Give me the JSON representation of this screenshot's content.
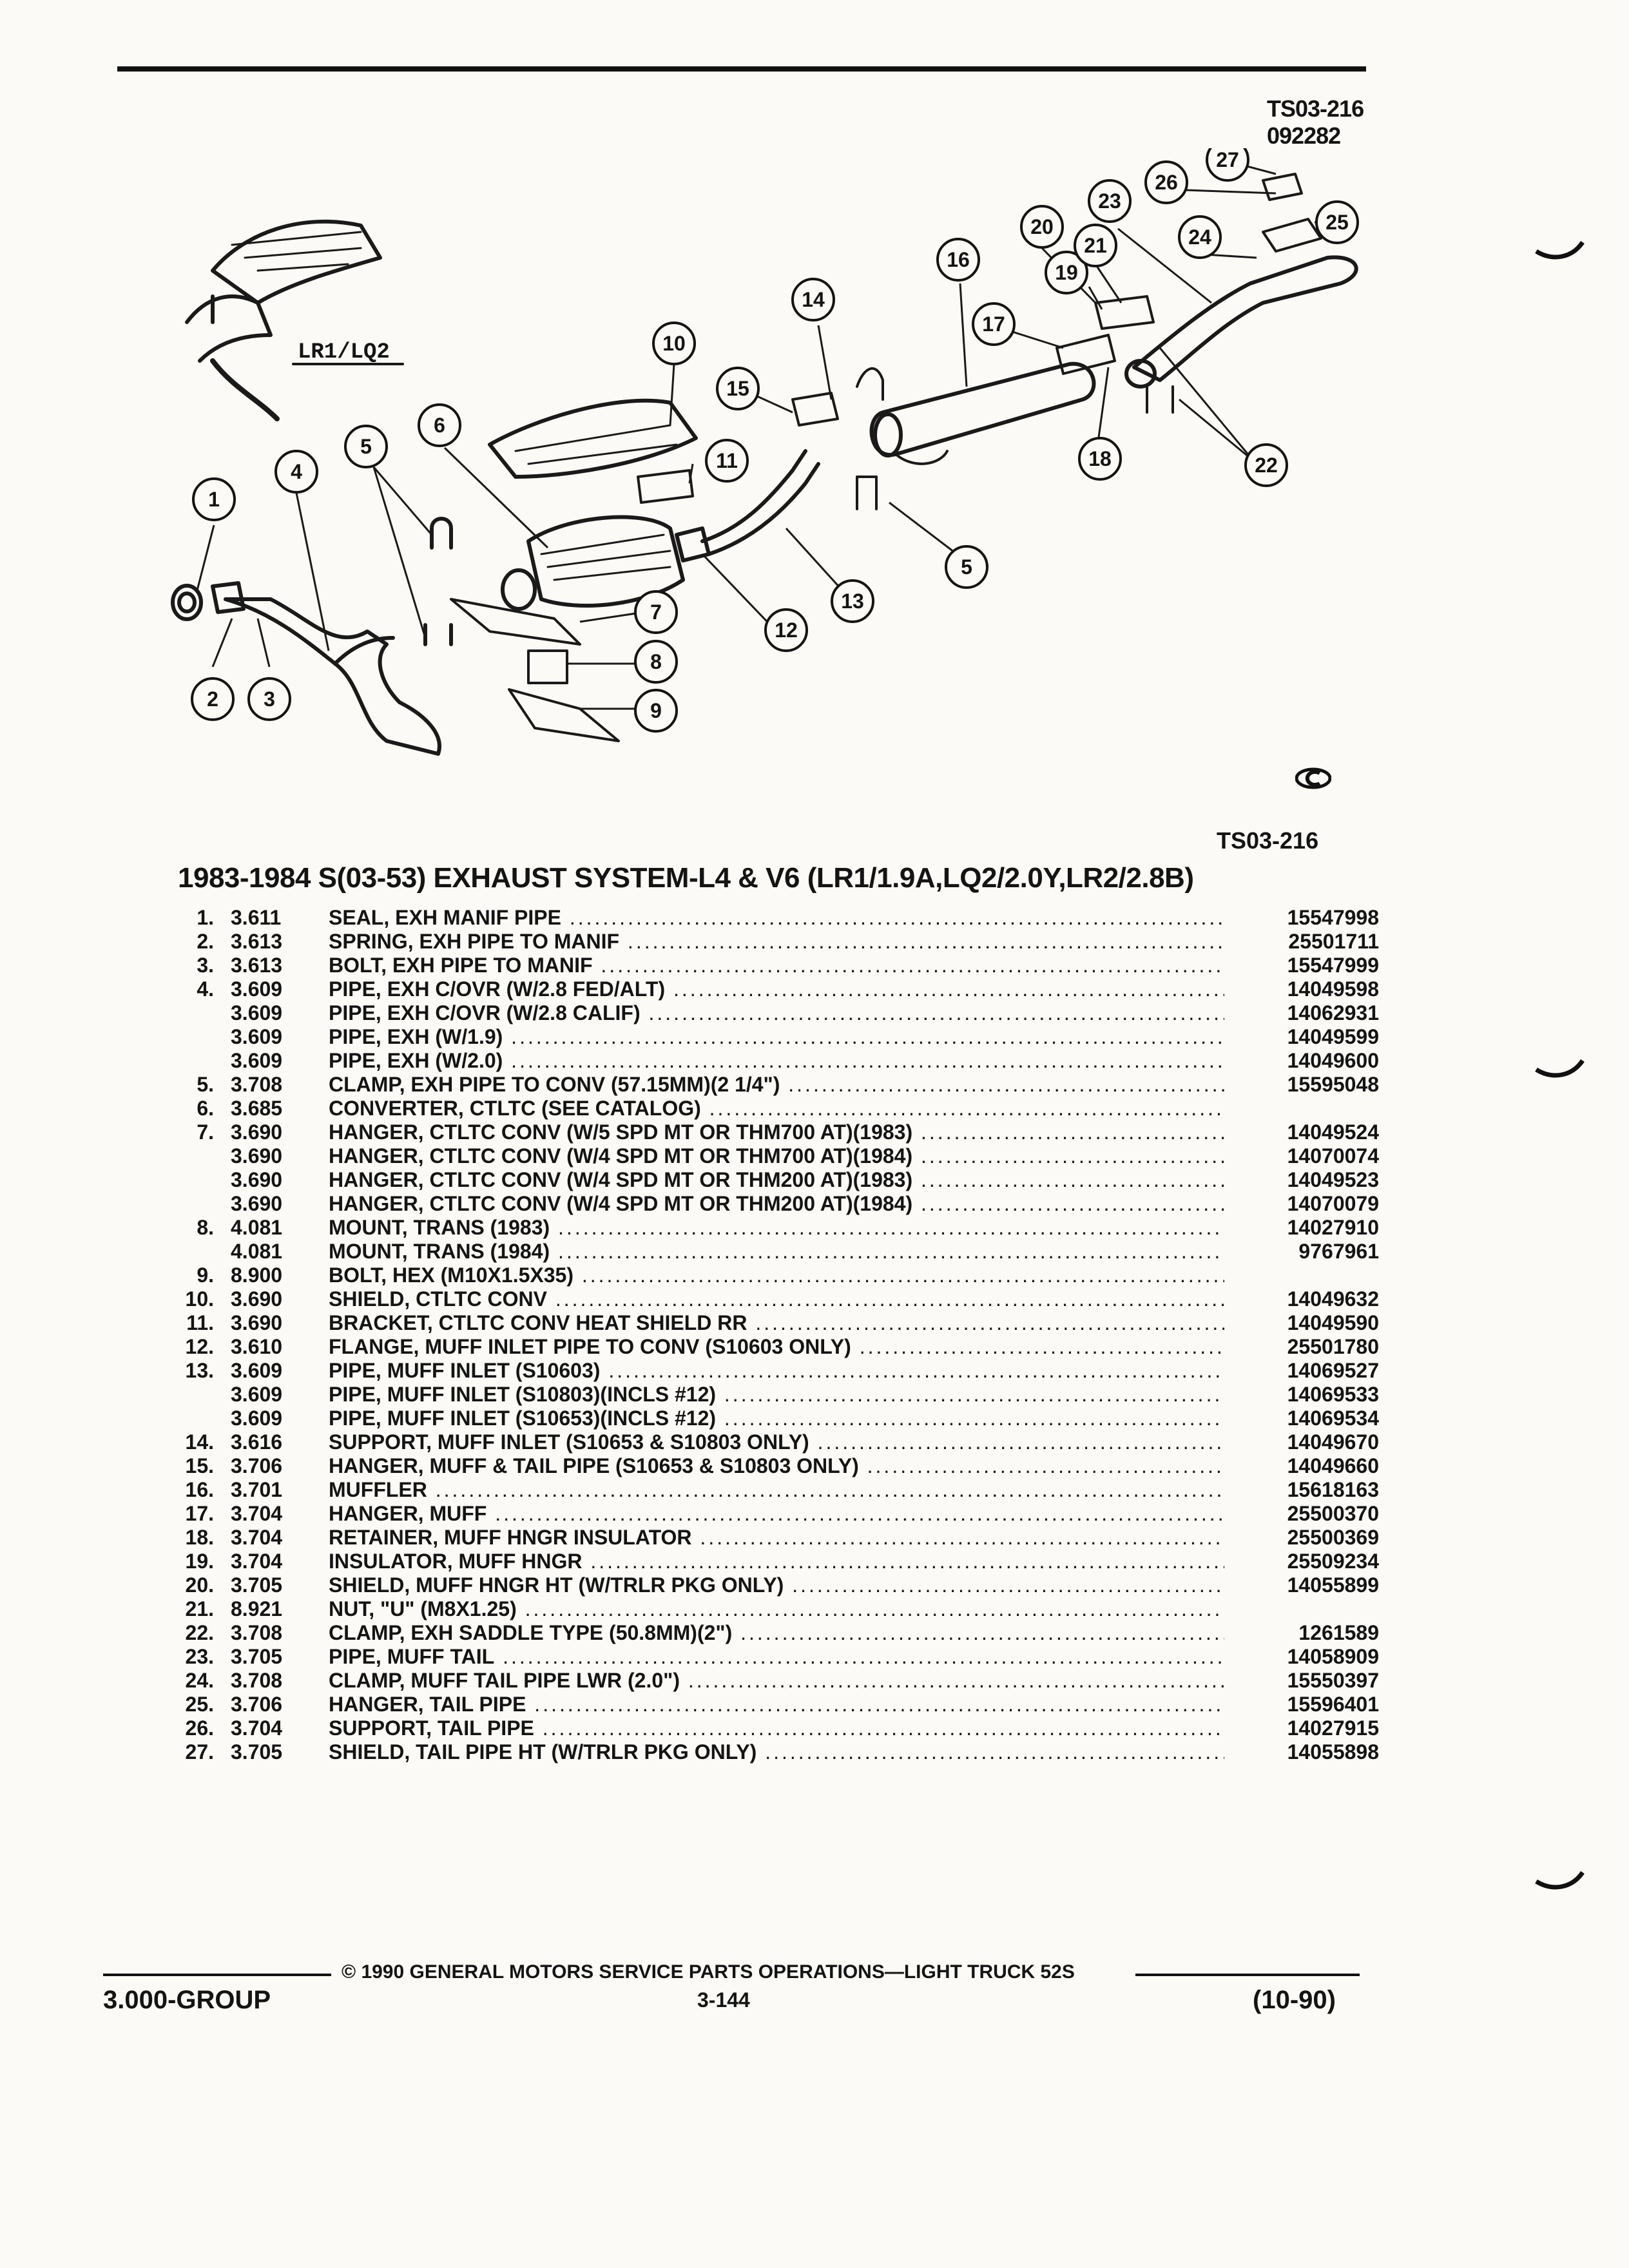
{
  "header": {
    "ref_code": "TS03-216",
    "ref_date": "092282"
  },
  "figure": {
    "variant_label": "LR1/LQ2",
    "callouts": [
      "1",
      "2",
      "3",
      "4",
      "5",
      "6",
      "7",
      "8",
      "9",
      "10",
      "11",
      "12",
      "13",
      "14",
      "15",
      "16",
      "17",
      "18",
      "19",
      "20",
      "21",
      "22",
      "23",
      "24",
      "25",
      "26",
      "27"
    ],
    "fig_code": "TS03-216"
  },
  "title": "1983-1984 S(03-53) EXHAUST SYSTEM-L4 & V6 (LR1/1.9A,LQ2/2.0Y,LR2/2.8B)",
  "parts": [
    {
      "num": "1.",
      "group": "3.611",
      "name": "SEAL",
      "detail": ", EXH MANIF PIPE",
      "part": "15547998"
    },
    {
      "num": "2.",
      "group": "3.613",
      "name": "SPRING",
      "detail": ", EXH PIPE TO MANIF",
      "part": "25501711"
    },
    {
      "num": "3.",
      "group": "3.613",
      "name": "BOLT",
      "detail": ", EXH PIPE TO MANIF",
      "part": "15547999"
    },
    {
      "num": "4.",
      "group": "3.609",
      "name": "PIPE",
      "detail": ", EXH C/OVR (W/2.8 FED/ALT)",
      "part": "14049598"
    },
    {
      "num": "",
      "group": "3.609",
      "name": "PIPE",
      "detail": ", EXH C/OVR (W/2.8 CALIF)",
      "part": "14062931"
    },
    {
      "num": "",
      "group": "3.609",
      "name": "PIPE",
      "detail": ", EXH (W/1.9)",
      "part": "14049599"
    },
    {
      "num": "",
      "group": "3.609",
      "name": "PIPE",
      "detail": ", EXH (W/2.0)",
      "part": "14049600"
    },
    {
      "num": "5.",
      "group": "3.708",
      "name": "CLAMP",
      "detail": ", EXH PIPE TO CONV (57.15MM)(2 1/4\")",
      "part": "15595048"
    },
    {
      "num": "6.",
      "group": "3.685",
      "name": "CONVERTER",
      "detail": ", CTLTC (SEE CATALOG)",
      "part": ""
    },
    {
      "num": "7.",
      "group": "3.690",
      "name": "HANGER",
      "detail": ", CTLTC CONV (W/5 SPD MT OR THM700 AT)(1983)",
      "part": "14049524"
    },
    {
      "num": "",
      "group": "3.690",
      "name": "HANGER",
      "detail": ", CTLTC CONV (W/4 SPD MT OR THM700 AT)(1984)",
      "part": "14070074"
    },
    {
      "num": "",
      "group": "3.690",
      "name": "HANGER",
      "detail": ", CTLTC CONV (W/4 SPD MT OR THM200 AT)(1983)",
      "part": "14049523"
    },
    {
      "num": "",
      "group": "3.690",
      "name": "HANGER",
      "detail": ", CTLTC CONV (W/4 SPD MT OR THM200 AT)(1984)",
      "part": "14070079"
    },
    {
      "num": "8.",
      "group": "4.081",
      "name": "MOUNT",
      "detail": ", TRANS (1983)",
      "part": "14027910"
    },
    {
      "num": "",
      "group": "4.081",
      "name": "MOUNT",
      "detail": ", TRANS (1984)",
      "part": "9767961"
    },
    {
      "num": "9.",
      "group": "8.900",
      "name": "BOLT",
      "detail": ", HEX (M10X1.5X35)",
      "part": ""
    },
    {
      "num": "10.",
      "group": "3.690",
      "name": "SHIELD",
      "detail": ", CTLTC CONV",
      "part": "14049632"
    },
    {
      "num": "11.",
      "group": "3.690",
      "name": "BRACKET",
      "detail": ", CTLTC CONV HEAT SHIELD RR",
      "part": "14049590"
    },
    {
      "num": "12.",
      "group": "3.610",
      "name": "FLANGE",
      "detail": ", MUFF INLET PIPE TO CONV (S10603 ONLY)",
      "part": "25501780"
    },
    {
      "num": "13.",
      "group": "3.609",
      "name": "PIPE",
      "detail": ", MUFF INLET (S10603)",
      "part": "14069527"
    },
    {
      "num": "",
      "group": "3.609",
      "name": "PIPE",
      "detail": ", MUFF INLET (S10803)(INCLS #12)",
      "part": "14069533"
    },
    {
      "num": "",
      "group": "3.609",
      "name": "PIPE",
      "detail": ", MUFF INLET (S10653)(INCLS #12)",
      "part": "14069534"
    },
    {
      "num": "14.",
      "group": "3.616",
      "name": "SUPPORT",
      "detail": ", MUFF INLET (S10653 & S10803 ONLY)",
      "part": "14049670"
    },
    {
      "num": "15.",
      "group": "3.706",
      "name": "HANGER",
      "detail": ", MUFF & TAIL PIPE (S10653 & S10803 ONLY)",
      "part": "14049660"
    },
    {
      "num": "16.",
      "group": "3.701",
      "name": "MUFFLER",
      "detail": "",
      "part": "15618163"
    },
    {
      "num": "17.",
      "group": "3.704",
      "name": "HANGER",
      "detail": ", MUFF",
      "part": "25500370"
    },
    {
      "num": "18.",
      "group": "3.704",
      "name": "RETAINER",
      "detail": ", MUFF HNGR INSULATOR",
      "part": "25500369"
    },
    {
      "num": "19.",
      "group": "3.704",
      "name": "INSULATOR",
      "detail": ", MUFF HNGR",
      "part": "25509234"
    },
    {
      "num": "20.",
      "group": "3.705",
      "name": "SHIELD",
      "detail": ", MUFF HNGR HT (W/TRLR PKG ONLY)",
      "part": "14055899"
    },
    {
      "num": "21.",
      "group": "8.921",
      "name": "NUT",
      "detail": ", \"U\" (M8X1.25)",
      "part": ""
    },
    {
      "num": "22.",
      "group": "3.708",
      "name": "CLAMP",
      "detail": ", EXH SADDLE TYPE (50.8MM)(2\")",
      "part": "1261589"
    },
    {
      "num": "23.",
      "group": "3.705",
      "name": "PIPE",
      "detail": ", MUFF TAIL",
      "part": "14058909"
    },
    {
      "num": "24.",
      "group": "3.708",
      "name": "CLAMP",
      "detail": ", MUFF TAIL PIPE LWR (2.0\")",
      "part": "15550397"
    },
    {
      "num": "25.",
      "group": "3.706",
      "name": "HANGER",
      "detail": ", TAIL PIPE",
      "part": "15596401"
    },
    {
      "num": "26.",
      "group": "3.704",
      "name": "SUPPORT",
      "detail": ", TAIL PIPE",
      "part": "14027915"
    },
    {
      "num": "27.",
      "group": "3.705",
      "name": "SHIELD",
      "detail": ", TAIL PIPE HT (W/TRLR PKG ONLY)",
      "part": "14055898"
    }
  ],
  "footer": {
    "copyright": "© 1990 GENERAL MOTORS SERVICE PARTS OPERATIONS—LIGHT TRUCK 52S",
    "group": "3.000-GROUP",
    "page": "3-144",
    "revision": "(10-90)"
  }
}
